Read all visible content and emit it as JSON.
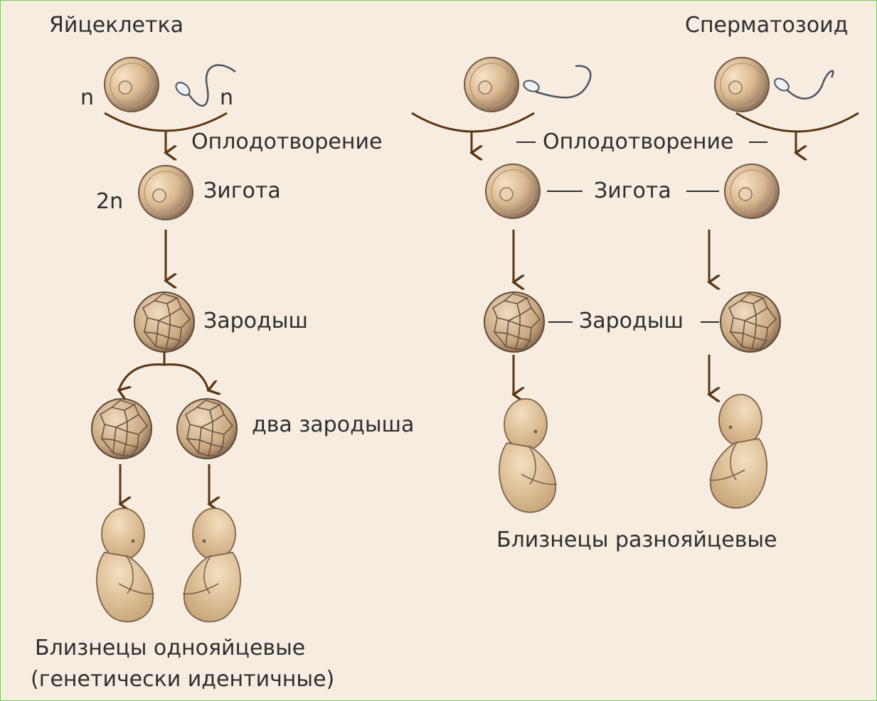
{
  "labels": {
    "egg_cell": "Яйцеклетка",
    "sperm": "Сперматозоид",
    "haploid_left": "n",
    "haploid_right": "n",
    "diploid": "2n",
    "fertilization_left": "Оплодотворение",
    "fertilization_right": "Оплодотворение",
    "zygote_left": "Зигота",
    "zygote_right": "Зигота",
    "embryo_left": "Зародыш",
    "embryo_right": "Зародыш",
    "two_embryos": "два зародыша",
    "identical_twins": "Близнецы однояйцевые",
    "identical_twins_note": "(генетически идентичные)",
    "fraternal_twins": "Близнецы разнояйцевые"
  },
  "colors": {
    "background": "#f7ece0",
    "border": "#6fcf57",
    "arrow": "#5a3512",
    "egg": "#d9b890",
    "fetus": "#e6c9a0",
    "text": "#2e2e2e"
  }
}
